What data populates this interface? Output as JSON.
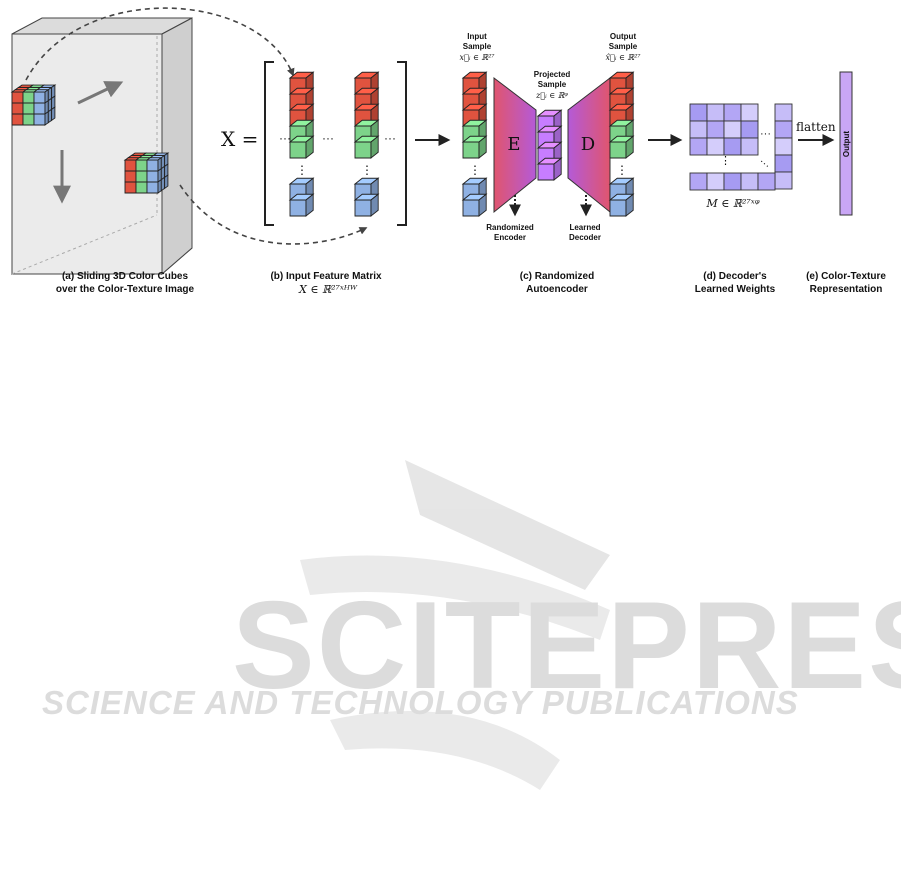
{
  "panels": {
    "a": {
      "caption_line1": "(a) Sliding 3D Color Cubes",
      "caption_line2": "over the Color-Texture Image"
    },
    "b": {
      "matrix_symbol": "X =",
      "caption_line1": "(b) Input Feature Matrix",
      "caption_math": "X ∈ ℝ²⁷ˣᴴᵂ"
    },
    "c": {
      "input_title_1": "Input",
      "input_title_2": "Sample",
      "input_math": "x⃗ᵢ ∈ ℝ²⁷",
      "projected_title_1": "Projected",
      "projected_title_2": "Sample",
      "projected_math": "z⃗ᵢ ∈ ℝᵠ",
      "output_title_1": "Output",
      "output_title_2": "Sample",
      "output_math": "x̂⃗ᵢ ∈ ℝ²⁷",
      "encoder_letter": "E",
      "decoder_letter": "D",
      "encoder_label_1": "Randomized",
      "encoder_label_2": "Encoder",
      "decoder_label_1": "Learned",
      "decoder_label_2": "Decoder",
      "caption_line1": "(c) Randomized",
      "caption_line2": "Autoencoder"
    },
    "d": {
      "matrix_math": "M ∈ ℝ²⁷ˣᵠ",
      "flatten_label": "flatten",
      "caption_line1": "(d) Decoder's",
      "caption_line2": "Learned Weights"
    },
    "e": {
      "output_label": "Output",
      "caption_line1": "(e) Color-Texture",
      "caption_line2": "Representation"
    }
  },
  "watermark": {
    "title": "SCITEPRESS",
    "subtitle": "SCIENCE AND TECHNOLOGY PUBLICATIONS"
  },
  "colors": {
    "red": "#e0533f",
    "green": "#7dd38a",
    "blue": "#8fb1e3",
    "purple": "#c77dff",
    "matrix": "#b3a6f5"
  }
}
